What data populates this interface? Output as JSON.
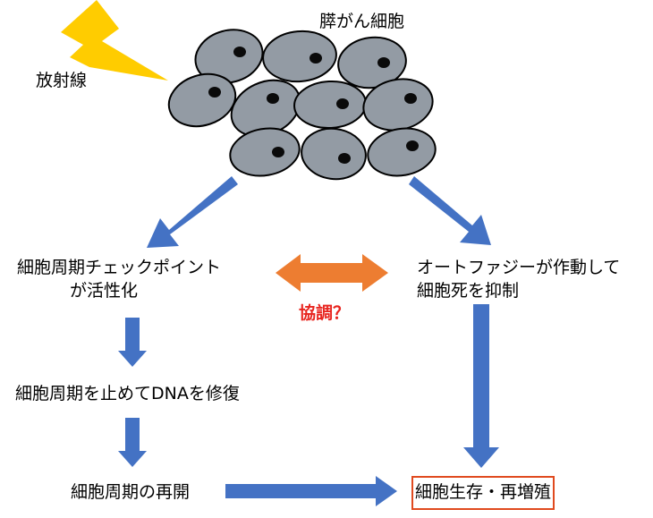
{
  "labels": {
    "radiation": "放射線",
    "cancer_cells": "膵がん細胞",
    "checkpoint_line1": "細胞周期チェックポイント",
    "checkpoint_line2": "が活性化",
    "autophagy_line1": "オートファジーが作動して",
    "autophagy_line2": "細胞死を抑制",
    "cooperation": "協調？",
    "dna_repair": "細胞周期を止めてDNAを修復",
    "restart": "細胞周期の再開",
    "survival": "細胞生存・再増殖"
  },
  "colors": {
    "cell_fill": "#939ba4",
    "nucleus": "#0a0a0a",
    "lightning": "#ffcc00",
    "blue_arrow": "#4472c4",
    "orange_arrow": "#ed7d31",
    "highlight_red": "#e8251f",
    "box_border": "#e04a1f"
  }
}
